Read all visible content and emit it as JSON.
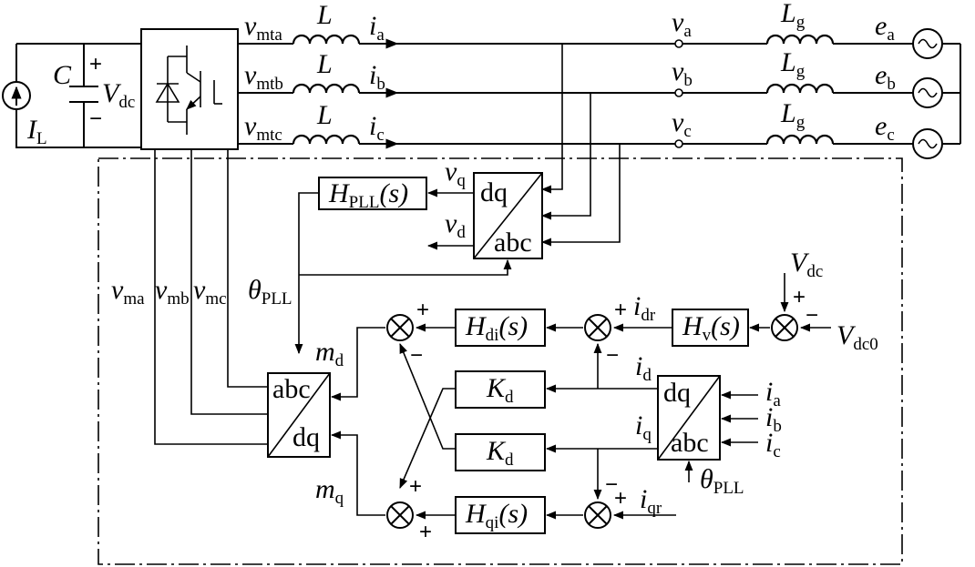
{
  "source": {
    "current_label": "I",
    "current_sub": "L",
    "cap_label": "C",
    "vdc_label": "V",
    "vdc_sub": "dc",
    "plus": "+",
    "minus": "−"
  },
  "phases": [
    {
      "vmt": "v",
      "vmt_sub": "mta",
      "L": "L",
      "i": "i",
      "i_sub": "a",
      "v": "v",
      "v_sub": "a",
      "Lg": "L",
      "Lg_sub": "g",
      "e": "e",
      "e_sub": "a"
    },
    {
      "vmt": "v",
      "vmt_sub": "mtb",
      "L": "L",
      "i": "i",
      "i_sub": "b",
      "v": "v",
      "v_sub": "b",
      "Lg": "L",
      "Lg_sub": "g",
      "e": "e",
      "e_sub": "b"
    },
    {
      "vmt": "v",
      "vmt_sub": "mtc",
      "L": "L",
      "i": "i",
      "i_sub": "c",
      "v": "v",
      "v_sub": "c",
      "Lg": "L",
      "Lg_sub": "g",
      "e": "e",
      "e_sub": "c"
    }
  ],
  "pll": {
    "block": "H",
    "block_sub": "PLL",
    "block_arg": "(s)",
    "vq": "v",
    "vq_sub": "q",
    "vd": "v",
    "vd_sub": "d",
    "theta": "θ",
    "theta_sub": "PLL"
  },
  "transforms": {
    "top_dq": "dq",
    "top_abc": "abc",
    "left_abc": "abc",
    "left_dq": "dq",
    "right_dq": "dq",
    "right_abc": "abc"
  },
  "modulation": [
    {
      "v": "v",
      "sub": "ma"
    },
    {
      "v": "v",
      "sub": "mb"
    },
    {
      "v": "v",
      "sub": "mc"
    }
  ],
  "control": {
    "md": "m",
    "md_sub": "d",
    "mq": "m",
    "mq_sub": "q",
    "hdi": "H",
    "hdi_sub": "di",
    "hdi_arg": "(s)",
    "hqi": "H",
    "hqi_sub": "qi",
    "hqi_arg": "(s)",
    "hv": "H",
    "hv_sub": "v",
    "hv_arg": "(s)",
    "kd_top": "K",
    "kd_top_sub": "d",
    "kd_bot": "K",
    "kd_bot_sub": "d",
    "idr": "i",
    "idr_sub": "dr",
    "iqr": "i",
    "iqr_sub": "qr",
    "id": "i",
    "id_sub": "d",
    "iq": "i",
    "iq_sub": "q",
    "vdc": "V",
    "vdc_sub": "dc",
    "vdc0": "V",
    "vdc0_sub": "dc0",
    "ia": "i",
    "ia_sub": "a",
    "ib": "i",
    "ib_sub": "b",
    "ic": "i",
    "ic_sub": "c",
    "theta": "θ",
    "theta_sub": "PLL"
  }
}
